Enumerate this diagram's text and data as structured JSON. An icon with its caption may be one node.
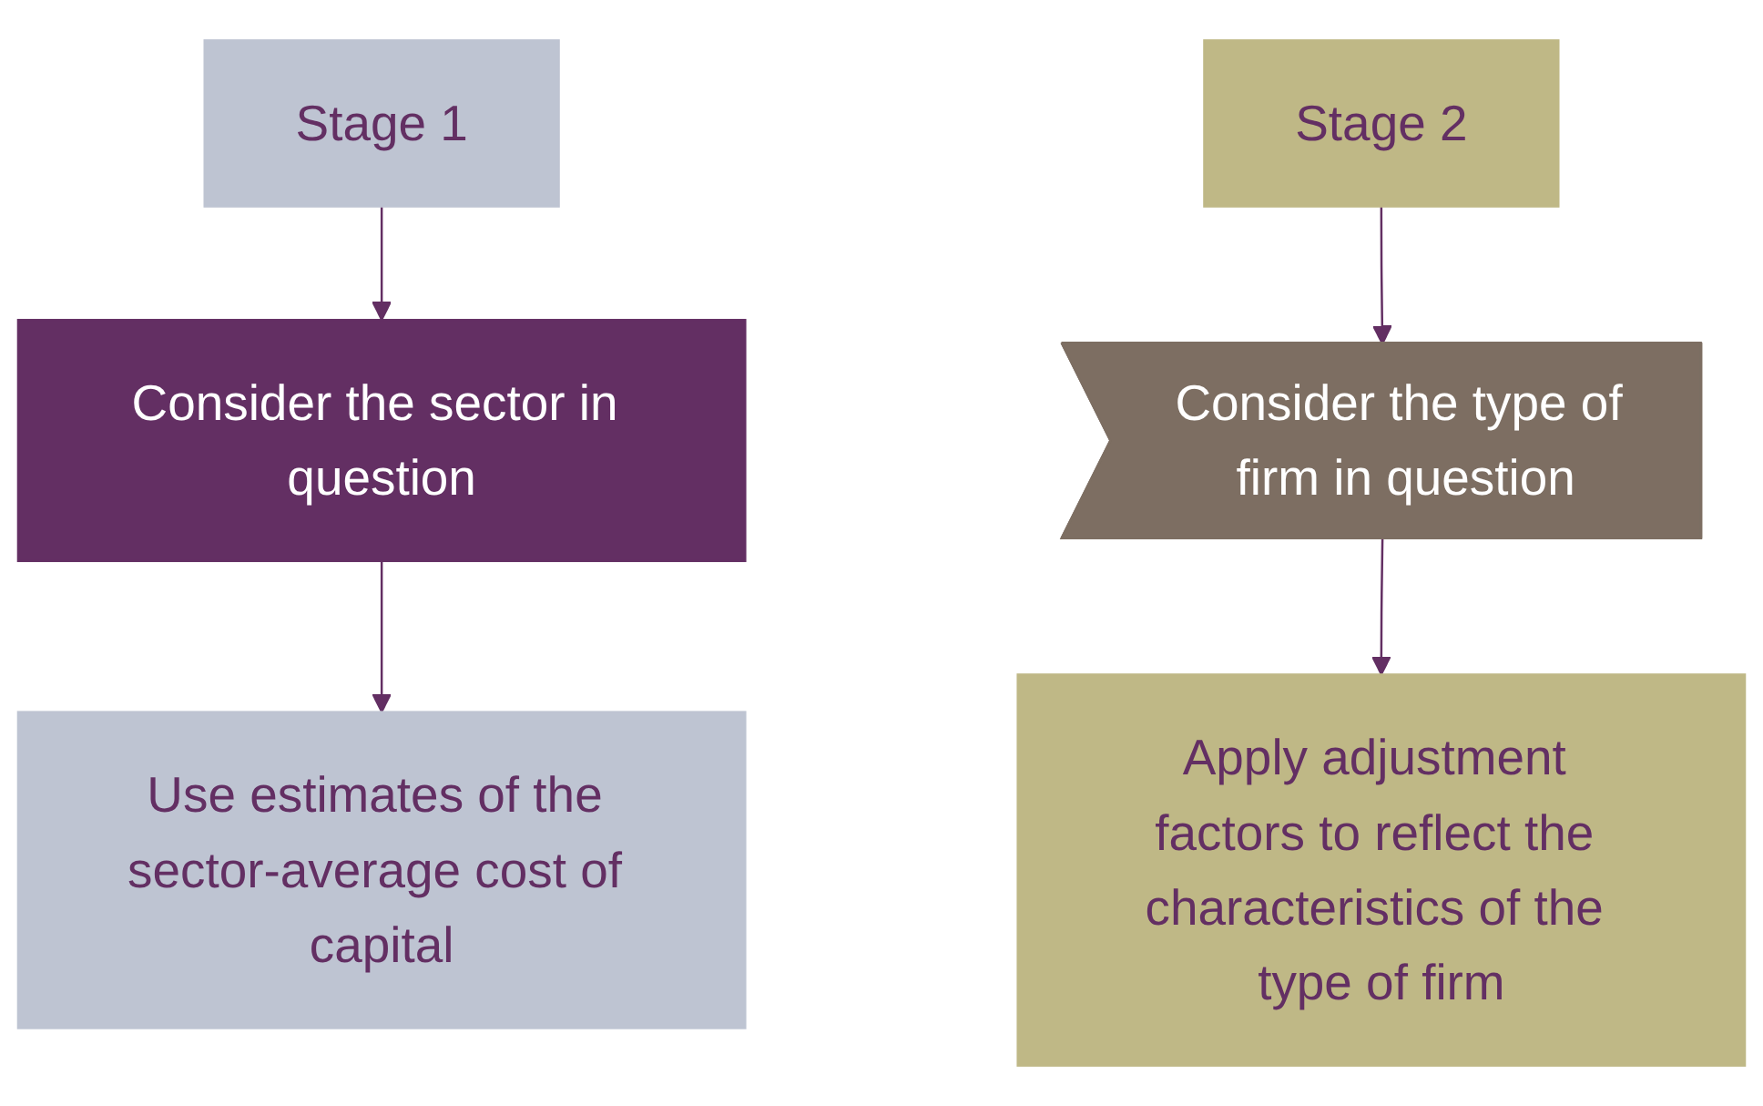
{
  "diagram": {
    "nodes": [
      {
        "text": [
          "Stage 1"
        ]
      },
      {
        "text": [
          "Consider the sector in question"
        ]
      },
      {
        "text": [
          "Use estimates of the sector-average cost of capital"
        ]
      },
      {
        "text": [
          "Stage 2"
        ]
      },
      {
        "text": [
          "Consider the type of firm in question"
        ]
      },
      {
        "text": [
          "Apply adjustment factors to reflect the characteristics of the type of firm"
        ]
      }
    ],
    "edges": [
      {
        "from": 0,
        "to": 1,
        "arrow": "to"
      },
      {
        "from": 1,
        "to": 2,
        "arrow": "to"
      },
      {
        "from": 3,
        "to": 4,
        "arrow": "to"
      },
      {
        "from": 4,
        "to": 5,
        "arrow": "to"
      }
    ]
  }
}
